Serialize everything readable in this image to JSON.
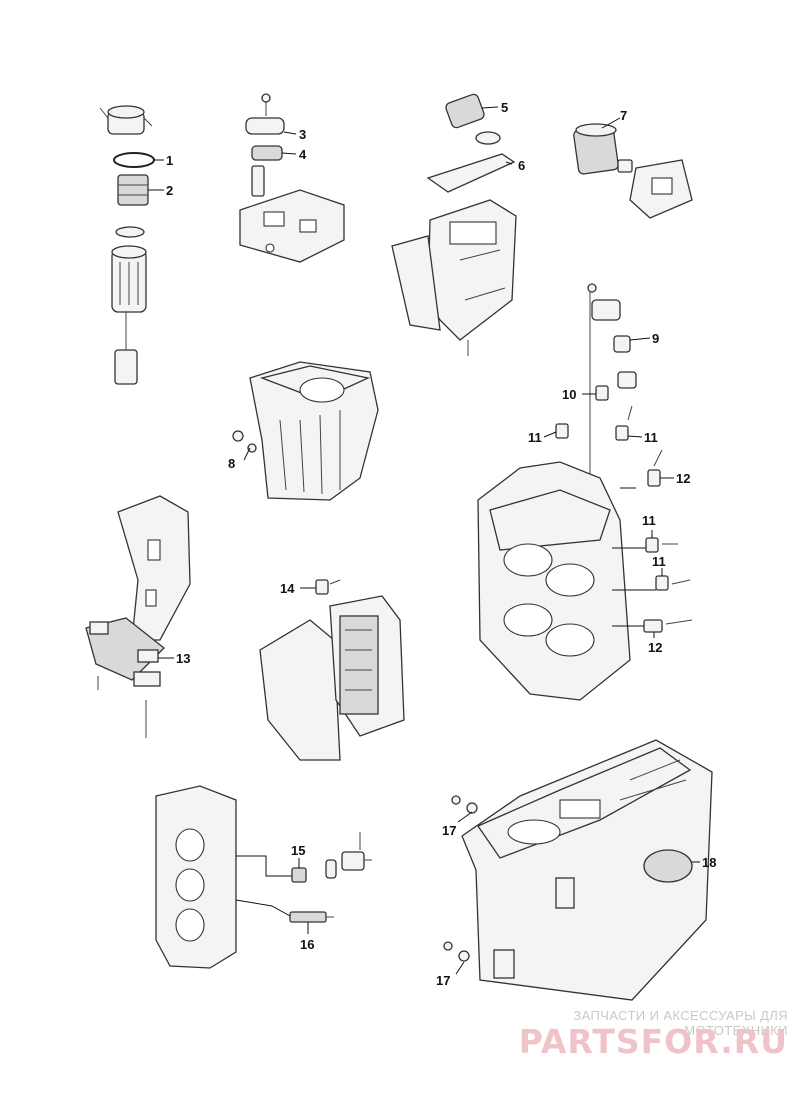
{
  "callouts": {
    "c1": "1",
    "c2": "2",
    "c3": "3",
    "c4": "4",
    "c5": "5",
    "c6": "6",
    "c7": "7",
    "c8": "8",
    "c9": "9",
    "c10": "10",
    "c11a": "11",
    "c11b": "11",
    "c11c": "11",
    "c11d": "11",
    "c12a": "12",
    "c12b": "12",
    "c13": "13",
    "c14": "14",
    "c15": "15",
    "c16": "16",
    "c17a": "17",
    "c17b": "17",
    "c18": "18"
  },
  "watermark": {
    "subtitle": "ЗАПЧАСТИ И АКСЕССУАРЫ ДЛЯ МОТОТЕХНИКИ",
    "logo": "PARTSFOR.RU",
    "logo_color": "#f0c3c8"
  },
  "colors": {
    "line": "#333333",
    "fill": "#f4f4f4",
    "background": "#ffffff"
  }
}
